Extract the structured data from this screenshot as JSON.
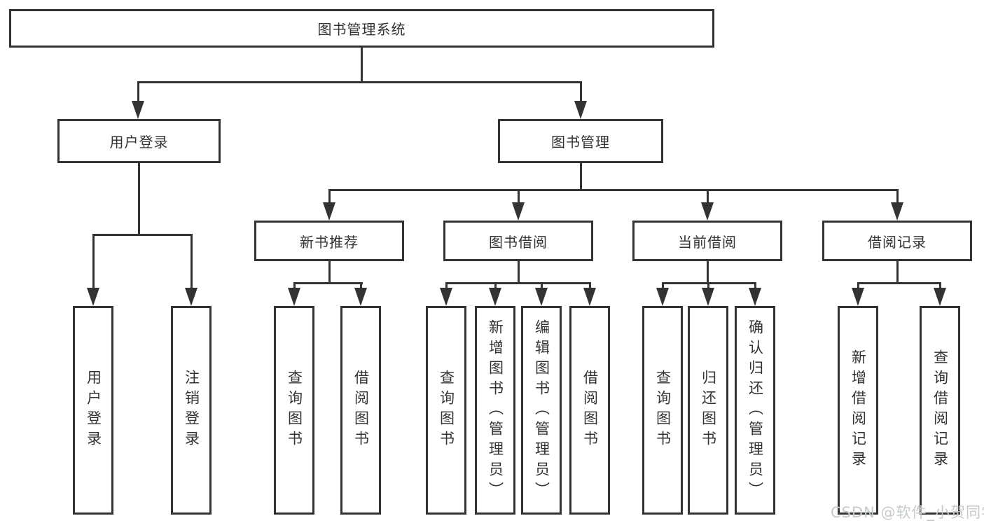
{
  "diagram": {
    "root": "图书管理系统",
    "level1": {
      "user_login": "用户登录",
      "book_management": "图书管理"
    },
    "level2": {
      "new_book_recommend": "新书推荐",
      "book_borrow": "图书借阅",
      "current_borrow": "当前借阅",
      "borrow_records": "借阅记录"
    },
    "leaves": {
      "user_login": "用户登录",
      "logout_login": "注销登录",
      "nb_query_books": "查询图书",
      "nb_borrow_books": "借阅图书",
      "bb_query_books": "查询图书",
      "bb_add_books": "新增图书（管理员）",
      "bb_edit_books": "编辑图书（管理员）",
      "bb_borrow_books": "借阅图书",
      "cb_query_books": "查询图书",
      "cb_return_books": "归还图书",
      "cb_confirm_return": "确认归还（管理员）",
      "br_add_record": "新增借阅记录",
      "br_query_record": "查询借阅记录"
    }
  },
  "watermark": "CSDN @软件_小贺同学",
  "colors": {
    "line": "#333333",
    "text": "#333333",
    "watermark": "#c6cacd",
    "background": "#ffffff"
  }
}
